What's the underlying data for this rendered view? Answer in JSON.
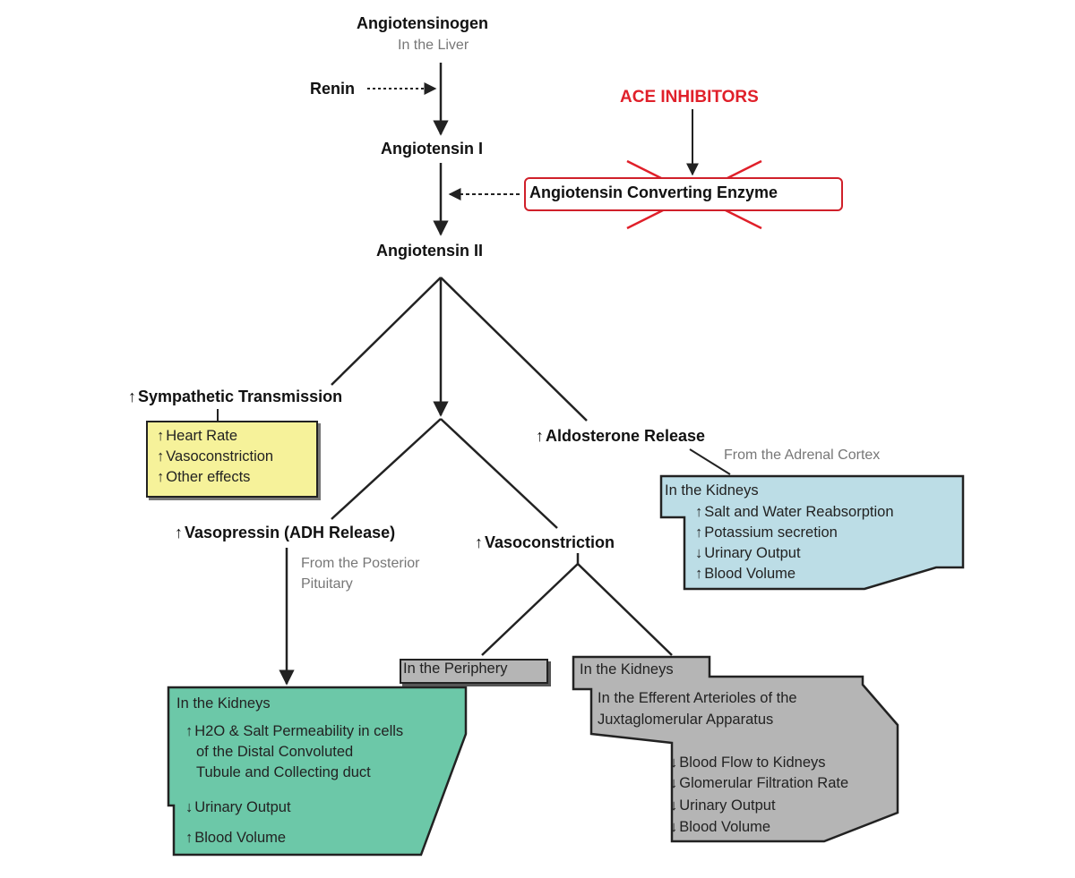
{
  "nodes": {
    "angiotensinogen": "Angiotensinogen",
    "in_liver": "In the Liver",
    "renin": "Renin",
    "angiotensin1": "Angiotensin I",
    "ace_inhibitors": "ACE INHIBITORS",
    "ace": "Angiotensin Converting Enzyme",
    "angiotensin2": "Angiotensin II",
    "sympathetic": "Sympathetic Transmission",
    "aldosterone": "Aldosterone Release",
    "aldosterone_src": "From the Adrenal Cortex",
    "vasopressin": "Vasopressin (ADH Release)",
    "vasopressin_src1": "From the Posterior",
    "vasopressin_src2": "Pituitary",
    "vasoconstriction": "Vasoconstriction"
  },
  "sympathetic_box": [
    "Heart Rate",
    "Vasoconstriction",
    "Other effects"
  ],
  "aldosterone_box": {
    "heading": "In the Kidneys",
    "items": [
      {
        "dir": "up",
        "text": "Salt and Water Reabsorption"
      },
      {
        "dir": "up",
        "text": "Potassium secretion"
      },
      {
        "dir": "down",
        "text": "Urinary Output"
      },
      {
        "dir": "up",
        "text": "Blood Volume"
      }
    ]
  },
  "vasopressin_box": {
    "heading": "In the Kidneys",
    "line1": "H2O & Salt Permeability in cells",
    "line2": "of the Distal Convoluted",
    "line3": "Tubule and Collecting duct",
    "item2": "Urinary Output",
    "item3": "Blood Volume"
  },
  "periphery_box": "In the Periphery",
  "kidney_box": {
    "heading": "In the Kidneys",
    "sub1": "In the Efferent Arterioles of the",
    "sub2": "Juxtaglomerular Apparatus",
    "items": [
      "Blood Flow to Kidneys",
      "Glomerular Filtration Rate",
      "Urinary Output",
      "Blood Volume"
    ]
  },
  "colors": {
    "yellow": "#f6f29a",
    "blue": "#bcdde6",
    "green": "#6cc8a8",
    "gray": "#b5b5b5",
    "red": "#e0202a"
  }
}
